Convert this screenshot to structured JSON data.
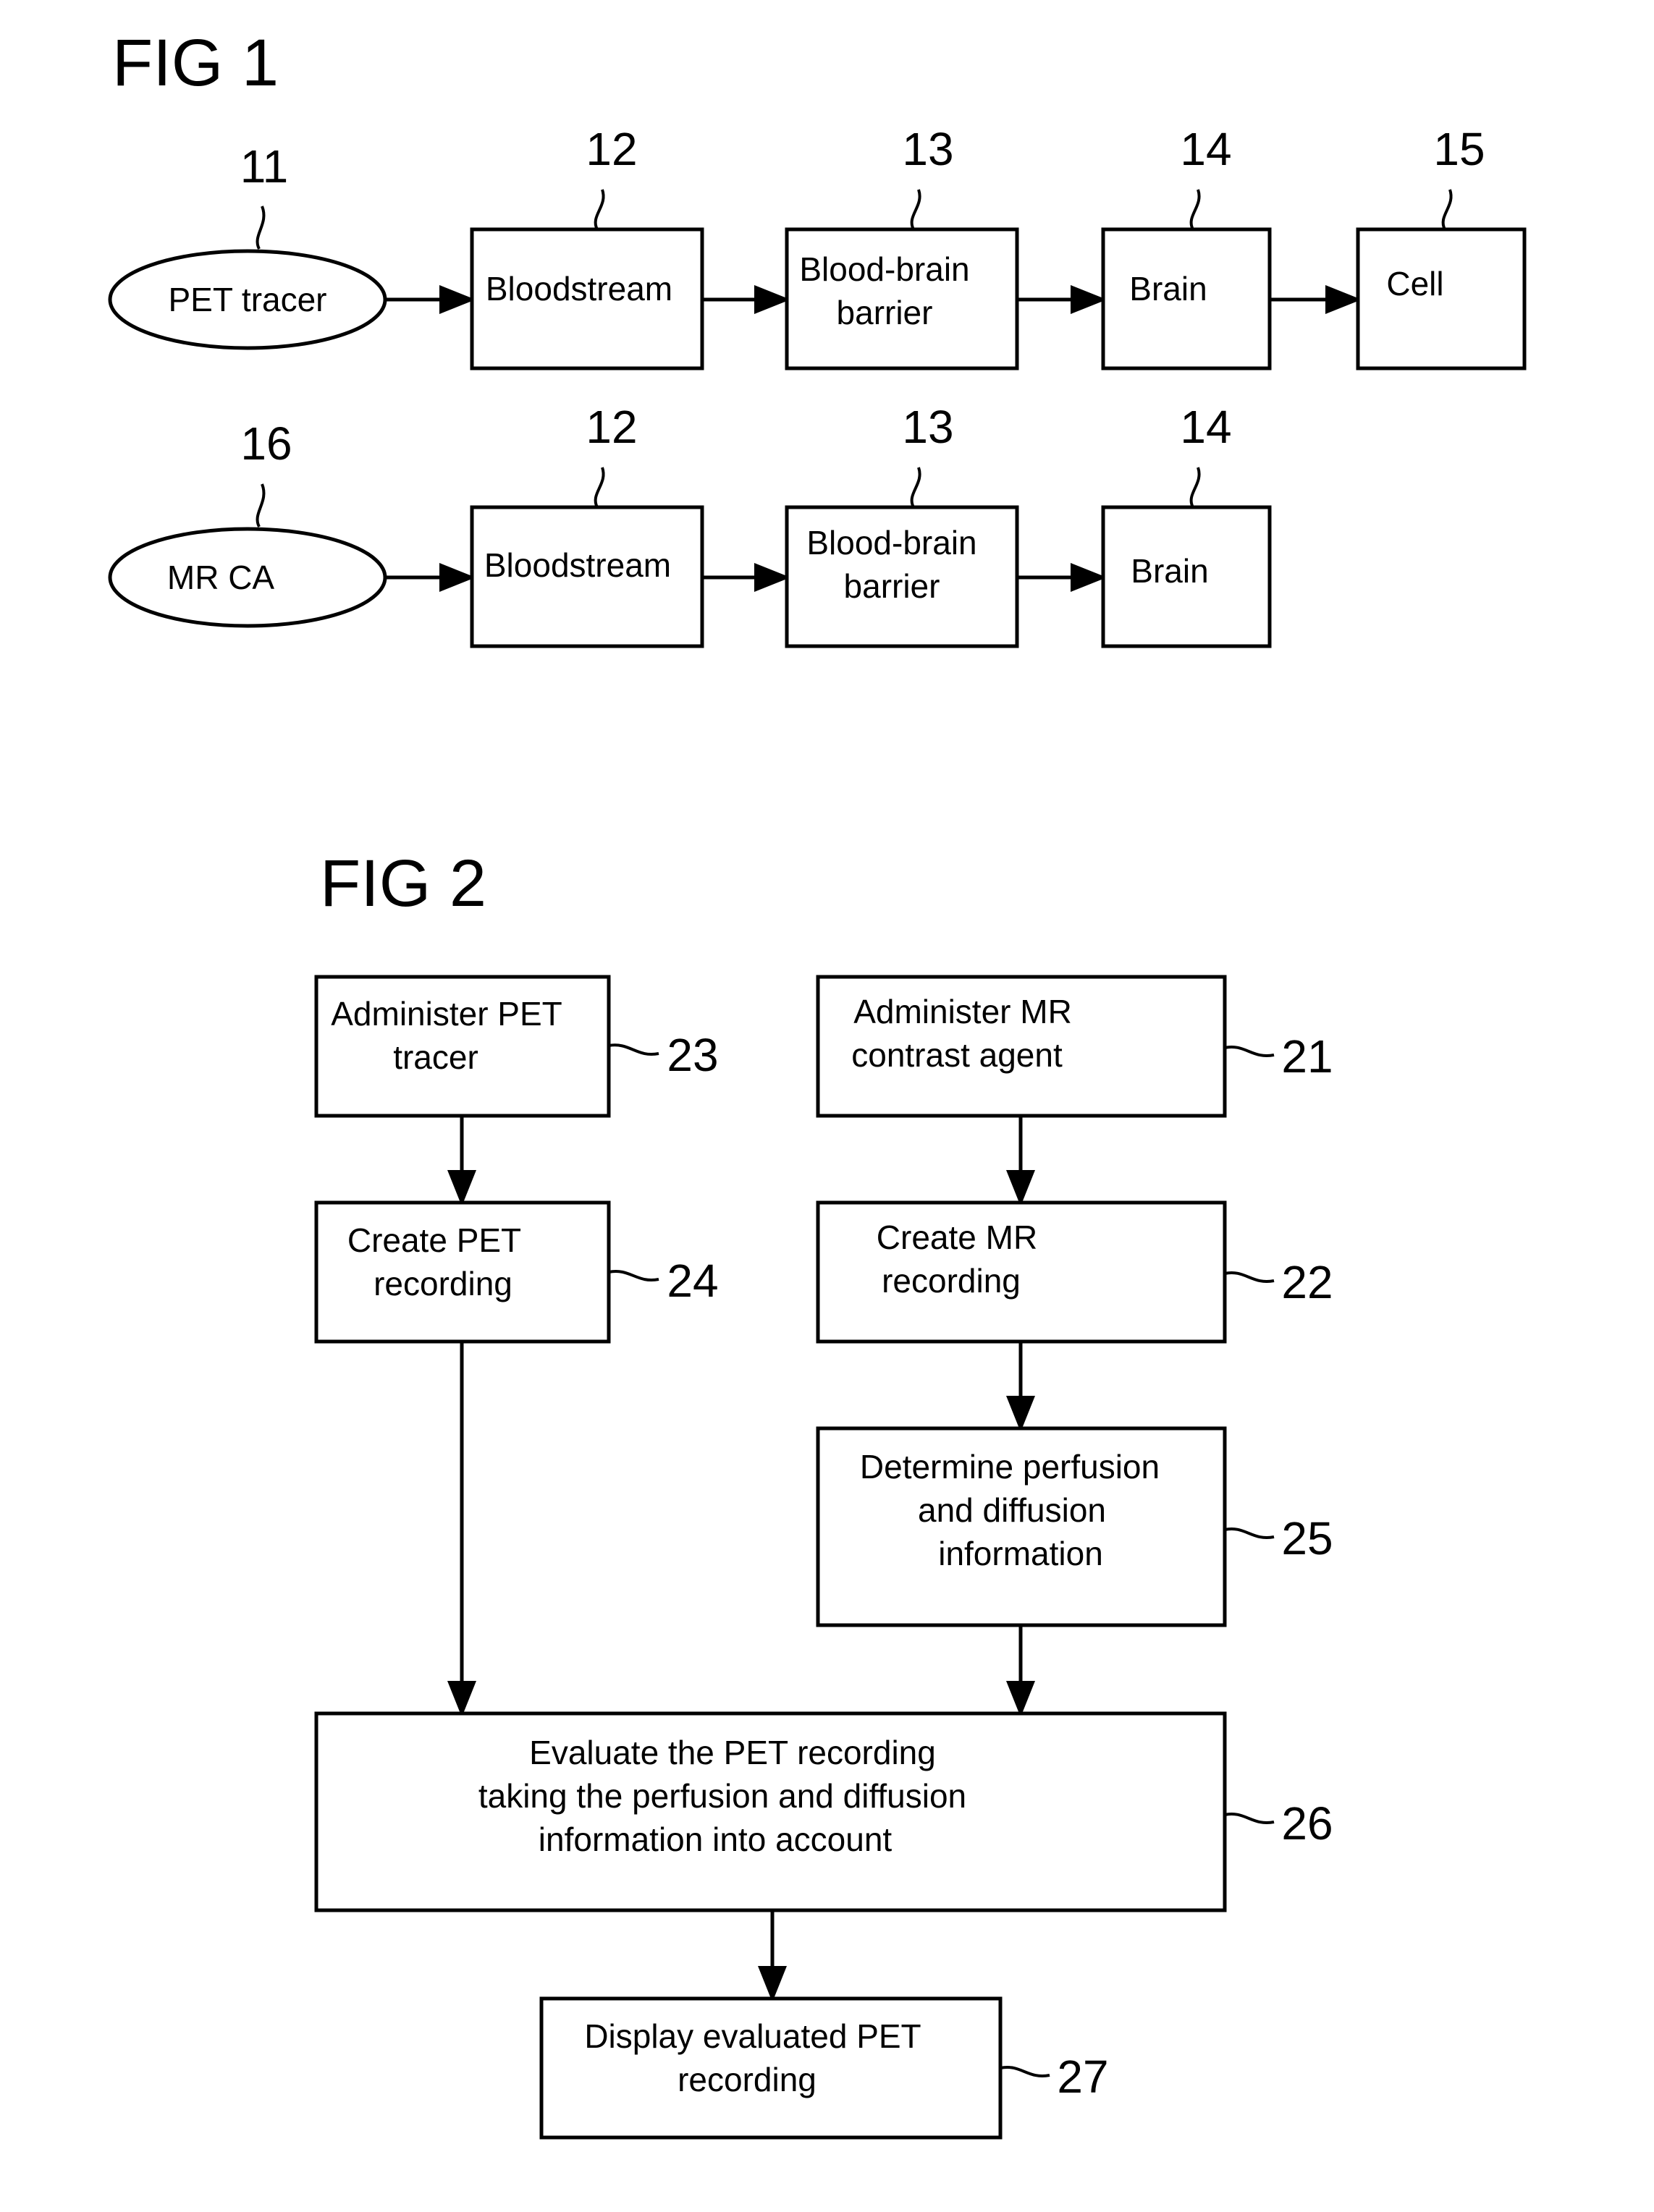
{
  "fig1": {
    "title": "FIG 1",
    "row1": {
      "ellipse": {
        "label": "PET tracer",
        "ref": "11"
      },
      "boxes": [
        {
          "label": [
            "Bloodstream"
          ],
          "ref": "12"
        },
        {
          "label": [
            "Blood-brain",
            "barrier"
          ],
          "ref": "13"
        },
        {
          "label": [
            "Brain"
          ],
          "ref": "14"
        },
        {
          "label": [
            "Cell"
          ],
          "ref": "15"
        }
      ]
    },
    "row2": {
      "ellipse": {
        "label": "MR CA",
        "ref": "16"
      },
      "boxes": [
        {
          "label": [
            "Bloodstream"
          ],
          "ref": "12"
        },
        {
          "label": [
            "Blood-brain",
            "barrier"
          ],
          "ref": "13"
        },
        {
          "label": [
            "Brain"
          ],
          "ref": "14"
        }
      ]
    }
  },
  "fig2": {
    "title": "FIG 2",
    "steps": {
      "s23": {
        "label": [
          "Administer PET",
          "tracer"
        ],
        "ref": "23"
      },
      "s24": {
        "label": [
          "Create PET",
          "recording"
        ],
        "ref": "24"
      },
      "s21": {
        "label": [
          "Administer MR",
          "contrast agent"
        ],
        "ref": "21"
      },
      "s22": {
        "label": [
          "Create MR",
          "recording"
        ],
        "ref": "22"
      },
      "s25": {
        "label": [
          "Determine perfusion",
          "and diffusion",
          "information"
        ],
        "ref": "25"
      },
      "s26": {
        "label": [
          "Evaluate the PET recording",
          "taking the perfusion and diffusion",
          "information into account"
        ],
        "ref": "26"
      },
      "s27": {
        "label": [
          "Display evaluated PET",
          "recording"
        ],
        "ref": "27"
      }
    }
  }
}
